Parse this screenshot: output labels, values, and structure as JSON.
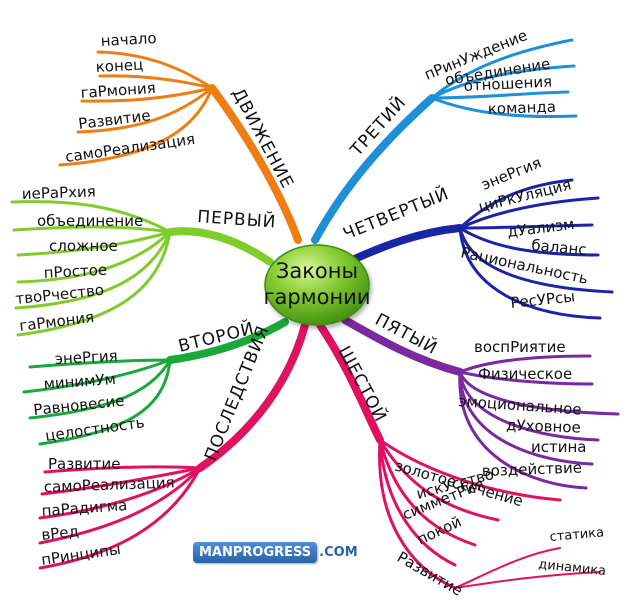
{
  "center": {
    "line1": "Законы",
    "line2": "гармонии"
  },
  "branches": {
    "dvizhenie": {
      "label": "ДВИЖЕНИЕ",
      "color": "#f07d12",
      "leaves": [
        "начало",
        "конец",
        "гаРмония",
        "Развитие",
        "самоРеализация"
      ]
    },
    "perviy": {
      "label": "ПЕРВЫЙ",
      "color": "#7fcd2b",
      "leaves": [
        "иеРаРхия",
        "объединение",
        "сложное",
        "пРостое",
        "твоРчество",
        "гаРмония"
      ]
    },
    "vtoroy": {
      "label": "ВТОРОЙ",
      "color": "#1ba83a",
      "leaves": [
        "энеРгия",
        "минимУм",
        "Равновесие",
        "целостность"
      ]
    },
    "posledstviya": {
      "label": "ПОСЛЕДСТВИЯ",
      "color": "#e0115f",
      "leaves": [
        "Развитие",
        "самоРеализация",
        "паРадигма",
        "вРед",
        "пРинципы"
      ]
    },
    "tretiy": {
      "label": "ТРЕТИЙ",
      "color": "#1f8fd8",
      "leaves": [
        "пРинУждение",
        "объединение",
        "отношения",
        "команда"
      ]
    },
    "chetvertiy": {
      "label": "ЧЕТВЕРТЫЙ",
      "color": "#1b24a6",
      "leaves": [
        "энеРгия",
        "циРкУляция",
        "дУализм",
        "баланс",
        "Рациональность",
        "РесУРсы"
      ]
    },
    "pyatiy": {
      "label": "ПЯТЫЙ",
      "color": "#7a2a9e",
      "leaves": [
        "воспРиятие",
        "Физическое",
        "эмоциональное",
        "дУховное",
        "истина",
        "воздействие"
      ]
    },
    "shestoy": {
      "label": "ШЕСТОЙ",
      "color": "#e0115f",
      "leaves": [
        "золотое сечение",
        "искУсство",
        "симметРия",
        "покой",
        "Развитие"
      ],
      "sub_leaves": [
        "статика",
        "динамика"
      ]
    }
  },
  "logo": {
    "main": "MANPROGRESS",
    "tld": ".COM"
  }
}
